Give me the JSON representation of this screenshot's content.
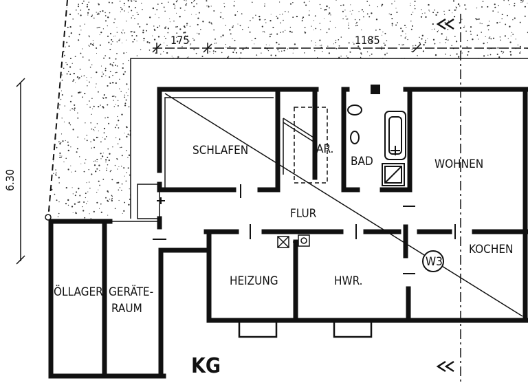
{
  "labels": {
    "schlafen": "SCHLAFEN",
    "ar": "AR.",
    "bad": "BAD",
    "wohnen": "WOHNEN",
    "flur": "FLUR",
    "kochen": "KOCHEN",
    "heizung": "HEIZUNG",
    "hwr": "HWR.",
    "oellager": "ÖLLAGER",
    "geraete_line1": "GERÄTE-",
    "geraete_line2": "RAUM",
    "w3": "W3",
    "plan_title": "KG"
  },
  "dimensions": {
    "width_small": "175",
    "width_main": "1185",
    "depth": "6.30"
  },
  "colors": {
    "ink": "#111111",
    "paper": "#ffffff"
  }
}
